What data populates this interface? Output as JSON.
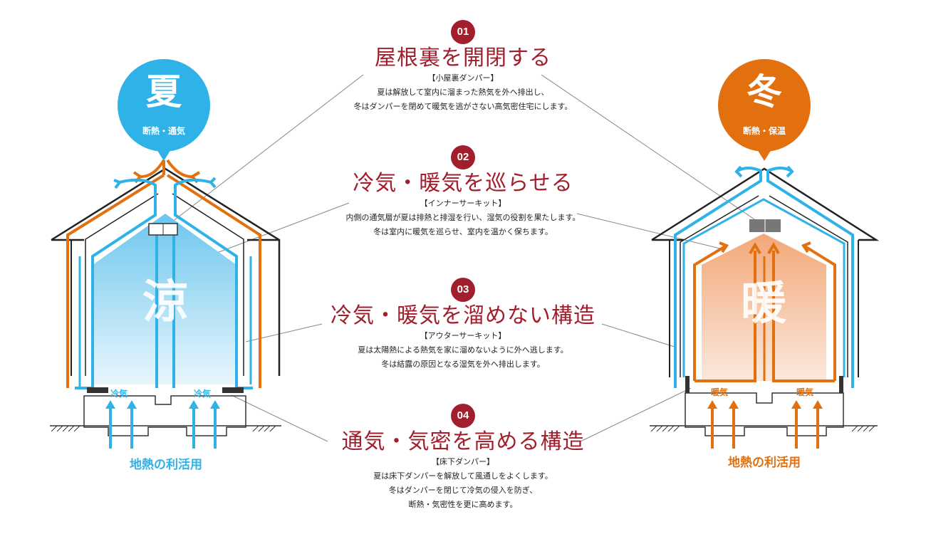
{
  "colors": {
    "accent": "#a11f2c",
    "summer": "#2fb2e8",
    "winter": "#e2700f",
    "orange_line": "#e2700f",
    "house_line": "#222222"
  },
  "summer": {
    "season": "夏",
    "caption": "断熱・通気",
    "room": "涼",
    "intake_left": "冷気",
    "intake_right": "冷気",
    "geothermal": "地熱の利活用"
  },
  "winter": {
    "season": "冬",
    "caption": "断熱・保温",
    "room": "暖",
    "intake_left": "暖気",
    "intake_right": "暖気",
    "geothermal": "地熱の利活用"
  },
  "sections": [
    {
      "number": "01",
      "title": "屋根裏を開閉する",
      "subtitle": "【小屋裏ダンパー】",
      "lines": [
        "夏は解放して室内に溜まった熱気を外へ排出し、",
        "冬はダンパーを閉めて暖気を逃がさない高気密住宅にします。"
      ]
    },
    {
      "number": "02",
      "title": "冷気・暖気を巡らせる",
      "subtitle": "【インナーサーキット】",
      "lines": [
        "内側の通気層が夏は排熱と排湿を行い、湿気の役割を果たします。",
        "冬は室内に暖気を巡らせ、室内を温かく保ちます。"
      ]
    },
    {
      "number": "03",
      "title": "冷気・暖気を溜めない構造",
      "subtitle": "【アウターサーキット】",
      "lines": [
        "夏は太陽熱による熱気を家に溜めないように外へ逃します。",
        "冬は結露の原因となる湿気を外へ排出します。"
      ]
    },
    {
      "number": "04",
      "title": "通気・気密を高める構造",
      "subtitle": "【床下ダンパー】",
      "lines": [
        "夏は床下ダンパーを解放して風通しをよくします。",
        "冬はダンパーを閉じて冷気の侵入を防ぎ、",
        "断熱・気密性を更に高めます。"
      ]
    }
  ]
}
